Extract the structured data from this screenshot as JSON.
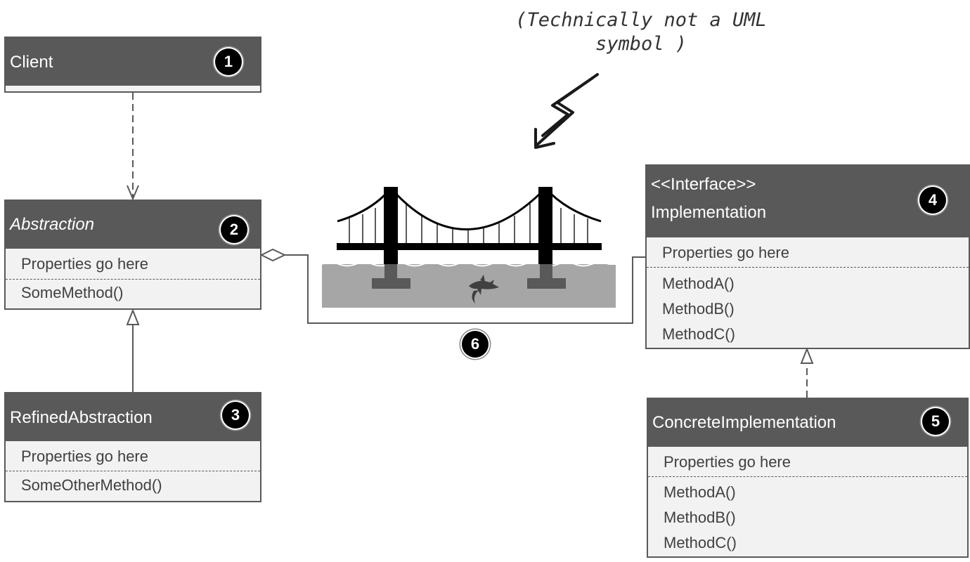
{
  "note": {
    "line1": "(Technically not a UML",
    "line2": "symbol )"
  },
  "classes": {
    "client": {
      "title": "Client",
      "badge": "1"
    },
    "abstraction": {
      "title": "Abstraction",
      "badge": "2",
      "properties": "Properties go here",
      "methods": [
        "SomeMethod()"
      ]
    },
    "refined": {
      "title": "RefinedAbstraction",
      "badge": "3",
      "properties": "Properties go here",
      "methods": [
        "SomeOtherMethod()"
      ]
    },
    "implementation": {
      "stereotype": "<<Interface>>",
      "title": "Implementation",
      "badge": "4",
      "properties": "Properties go here",
      "methods": [
        "MethodA()",
        "MethodB()",
        "MethodC()"
      ]
    },
    "concrete": {
      "title": "ConcreteImplementation",
      "badge": "5",
      "properties": "Properties go here",
      "methods": [
        "MethodA()",
        "MethodB()",
        "MethodC()"
      ]
    }
  },
  "bridge_badge": "6",
  "colors": {
    "header": "#595959",
    "body": "#f2f2f2",
    "water": "#a6a6a6",
    "bridge": "#000000"
  }
}
